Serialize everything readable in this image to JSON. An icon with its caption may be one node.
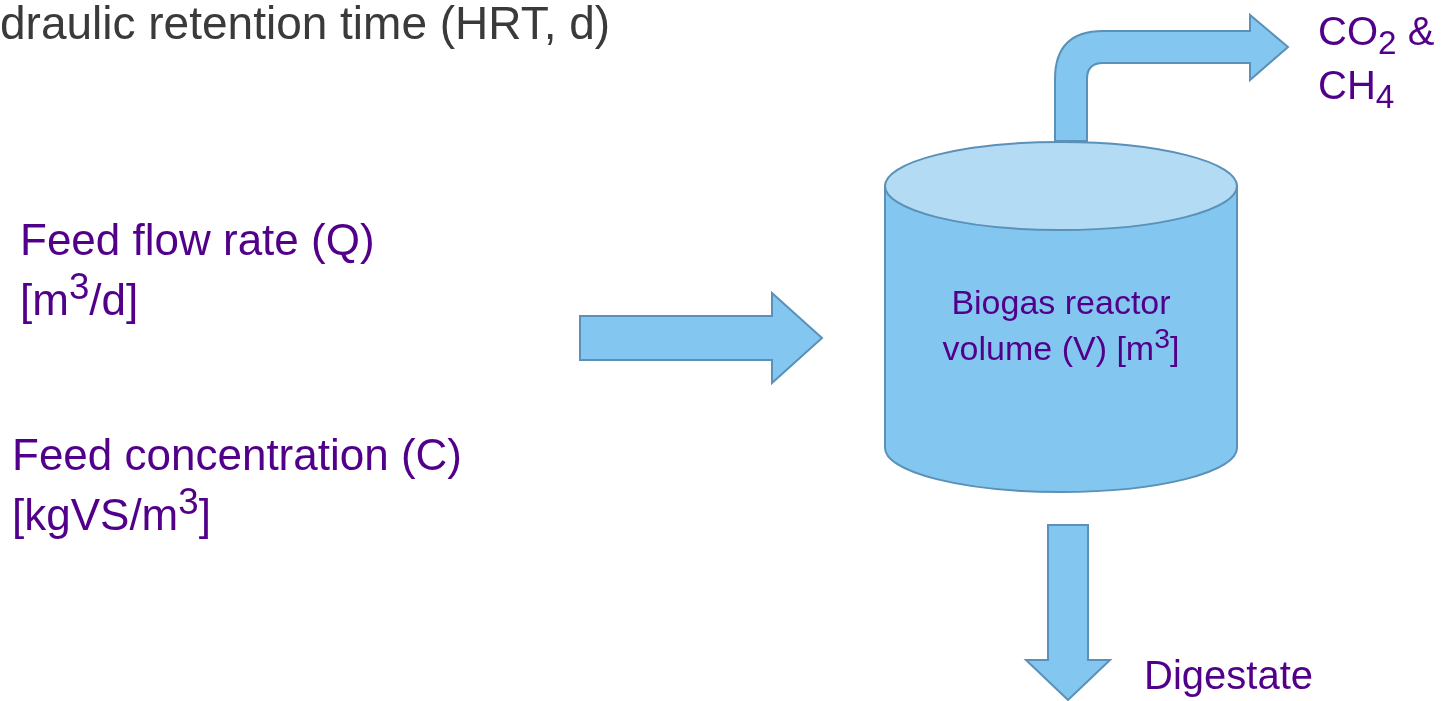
{
  "diagram": {
    "title": "draulic retention time (HRT, d)",
    "nodes": [
      {
        "text": [
          "Feed flow rate (Q) [m$^{3}$/d]",
          "Feed concentration (C) [kgVS/m$^{3}$]"
        ]
      },
      {
        "text": [
          "Biogas reactor volume (V) [m$^{3}$]"
        ]
      },
      {
        "text": [
          "CO$_{2}$ & CH$_{4}$"
        ]
      },
      {
        "text": [
          "Digestate"
        ]
      }
    ],
    "edges": [
      {
        "from": 0,
        "to": 1,
        "arrow": "to"
      },
      {
        "from": 1,
        "to": 2,
        "arrow": "to"
      },
      {
        "from": 1,
        "to": 3,
        "arrow": "to"
      }
    ]
  }
}
